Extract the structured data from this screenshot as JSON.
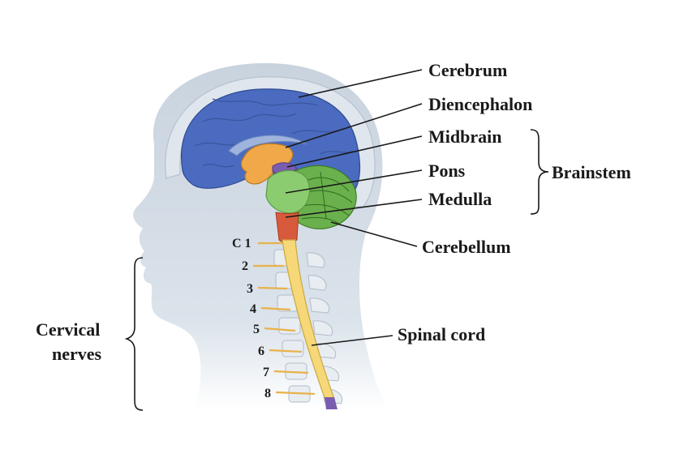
{
  "labels": {
    "cerebrum": "Cerebrum",
    "diencephalon": "Diencephalon",
    "midbrain": "Midbrain",
    "pons": "Pons",
    "medulla": "Medulla",
    "cerebellum": "Cerebellum",
    "brainstem": "Brainstem",
    "spinal_cord": "Spinal cord",
    "cervical_line1": "Cervical",
    "cervical_line2": "nerves"
  },
  "nerves": [
    "C 1",
    "2",
    "3",
    "4",
    "5",
    "6",
    "7",
    "8"
  ],
  "colors": {
    "cerebrum": "#4a6bc0",
    "diencephalon": "#f0a848",
    "midbrain": "#7a5cb0",
    "pons": "#8ccc70",
    "medulla": "#d85a3c",
    "cerebellum": "#6ab04c",
    "spinal_cord": "#f6d878",
    "head": "#c9d3de",
    "skull": "#dfe6ee"
  }
}
